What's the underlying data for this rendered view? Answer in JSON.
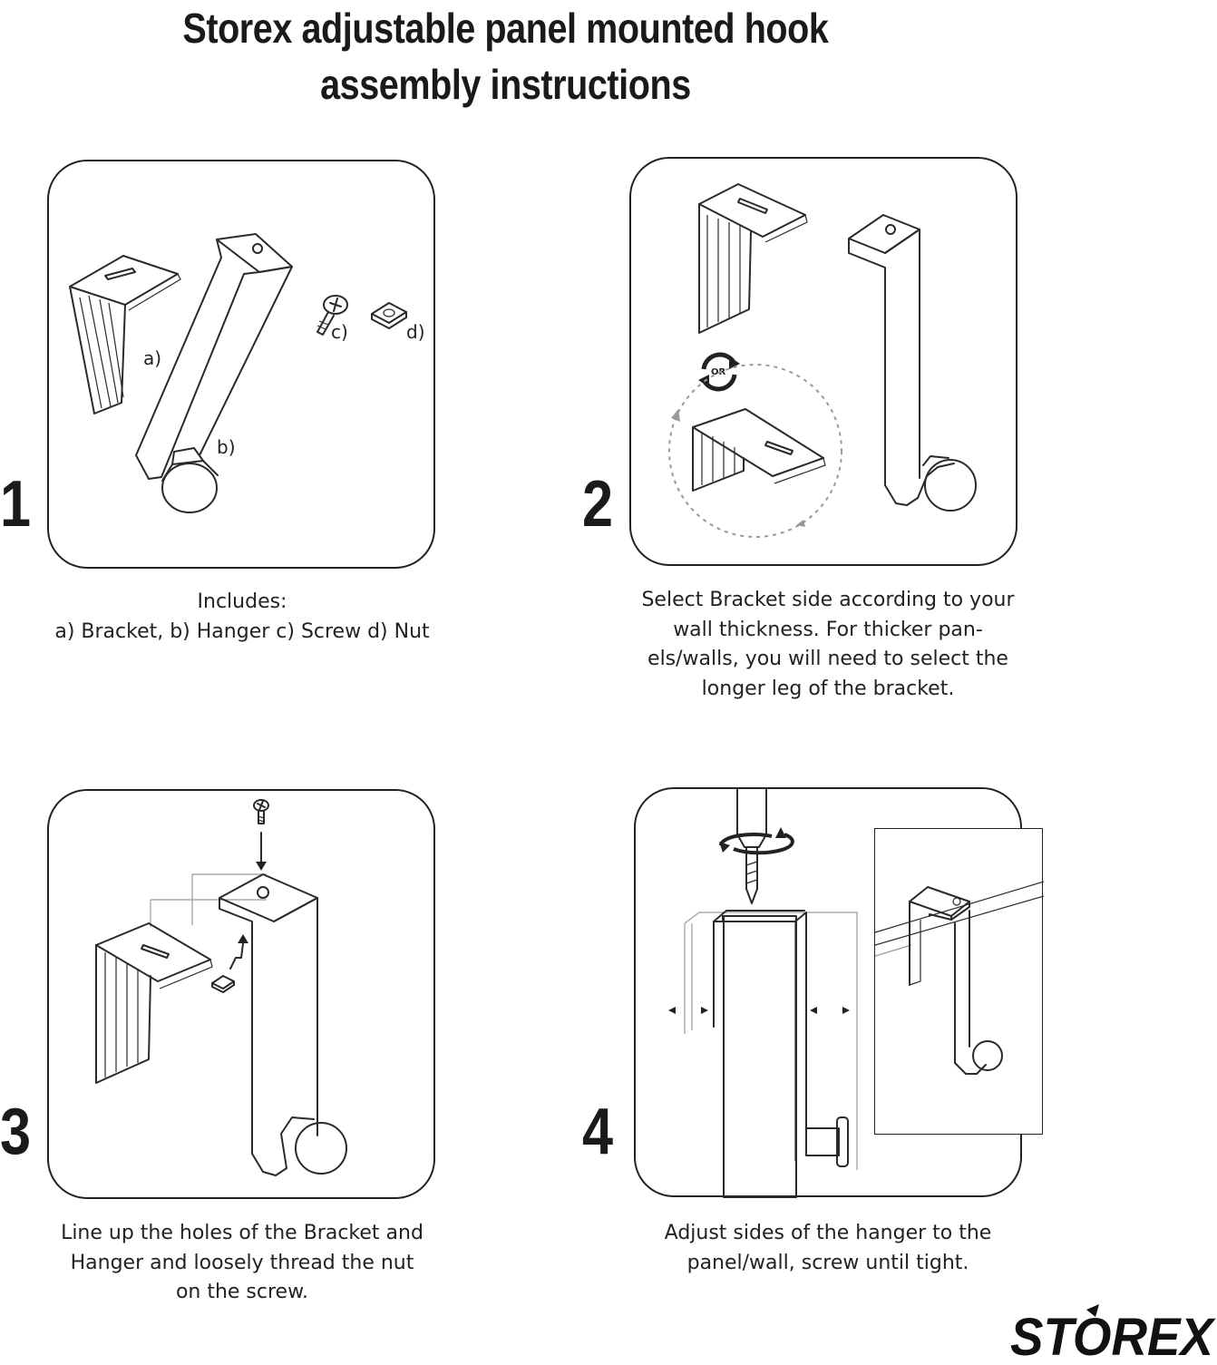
{
  "title": {
    "line1": "Storex adjustable panel mounted hook",
    "line2": "assembly instructions"
  },
  "steps": [
    {
      "number": "1",
      "caption_lines": [
        "Includes:",
        "a) Bracket, b) Hanger c) Screw d) Nut"
      ],
      "part_labels": {
        "a": "a)",
        "b": "b)",
        "c": "c)",
        "d": "d)"
      }
    },
    {
      "number": "2",
      "caption_lines": [
        "Select Bracket side according to your",
        "wall thickness. For thicker pan-",
        "els/walls, you will need to select the",
        "longer leg of the bracket."
      ],
      "or_label": "OR"
    },
    {
      "number": "3",
      "caption_lines": [
        "Line up the holes of the Bracket and",
        "Hanger and loosely thread the nut",
        "on the screw."
      ]
    },
    {
      "number": "4",
      "caption_lines": [
        "Adjust sides of the hanger to the",
        "panel/wall, screw until tight."
      ]
    }
  ],
  "logo": {
    "text": "STOREX"
  }
}
